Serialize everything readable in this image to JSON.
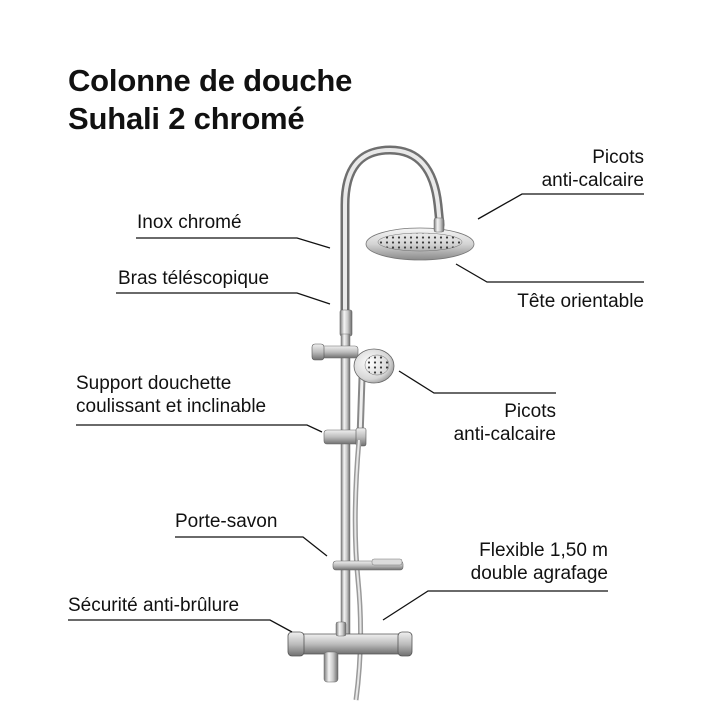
{
  "title": {
    "line1": "Colonne de douche",
    "line2": "Suhali 2 chromé"
  },
  "labels": {
    "picots_top_1": "Picots",
    "picots_top_2": "anti-calcaire",
    "inox": "Inox chromé",
    "bras": "Bras téléscopique",
    "tete": "Tête orientable",
    "support_1": "Support douchette",
    "support_2": "coulissant et inclinable",
    "picots_mid_1": "Picots",
    "picots_mid_2": "anti-calcaire",
    "porte_savon": "Porte-savon",
    "flexible_1": "Flexible 1,50 m",
    "flexible_2": "double agrafage",
    "securite": "Sécurité anti-brûlure"
  },
  "colors": {
    "chrome_light": "#f2f2f2",
    "chrome_mid": "#b9b9b9",
    "chrome_dark": "#6a6a6a",
    "text": "#111111",
    "line": "#111111"
  }
}
